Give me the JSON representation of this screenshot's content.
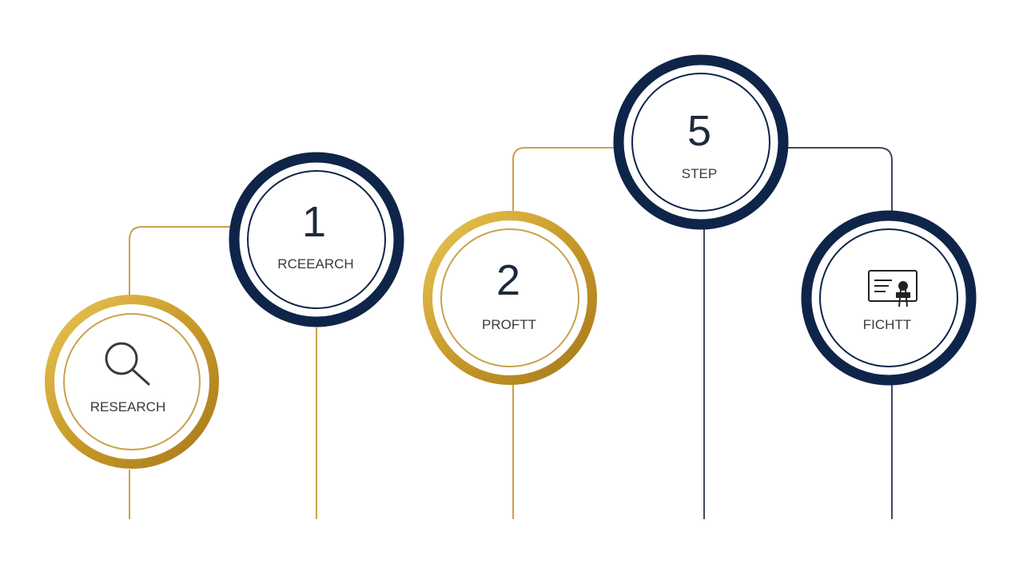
{
  "colors": {
    "gold": "#c79a2a",
    "gold_light": "#e6c04e",
    "navy": "#0f2449",
    "line_gold": "#c9a24a",
    "line_navy": "#3d4a5e",
    "text": "#3a3a3a"
  },
  "steps": [
    {
      "id": "research-icon-step",
      "number": "",
      "label": "RESEARCH",
      "icon": "magnifier-icon",
      "ring": "gold"
    },
    {
      "id": "step-1",
      "number": "1",
      "label": "RCEEARCH",
      "icon": "",
      "ring": "navy"
    },
    {
      "id": "step-2",
      "number": "2",
      "label": "PROFTT",
      "icon": "",
      "ring": "gold"
    },
    {
      "id": "step-5",
      "number": "5",
      "label": "STEP",
      "icon": "",
      "ring": "navy"
    },
    {
      "id": "certificate-step",
      "number": "",
      "label": "FICHTT",
      "icon": "certificate-icon",
      "ring": "navy"
    }
  ]
}
